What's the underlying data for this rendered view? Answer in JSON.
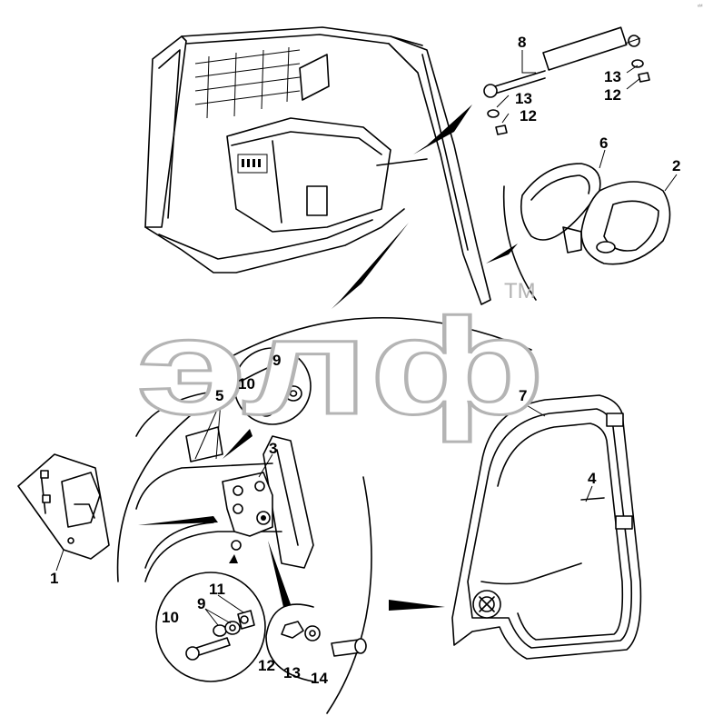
{
  "corner_mark": "ᵉᴹ",
  "watermark": {
    "text": "элф",
    "tm": "TM"
  },
  "callouts": [
    {
      "id": "c1",
      "text": "1"
    },
    {
      "id": "c2",
      "text": "2"
    },
    {
      "id": "c3",
      "text": "3"
    },
    {
      "id": "c4",
      "text": "4"
    },
    {
      "id": "c5",
      "text": "5"
    },
    {
      "id": "c6",
      "text": "6"
    },
    {
      "id": "c7",
      "text": "7"
    },
    {
      "id": "c8",
      "text": "8"
    },
    {
      "id": "c9a",
      "text": "9"
    },
    {
      "id": "c9b",
      "text": "9"
    },
    {
      "id": "c10a",
      "text": "10"
    },
    {
      "id": "c10b",
      "text": "10"
    },
    {
      "id": "c11",
      "text": "11"
    },
    {
      "id": "c12a",
      "text": "12"
    },
    {
      "id": "c12b",
      "text": "12"
    },
    {
      "id": "c12c",
      "text": "12"
    },
    {
      "id": "c13a",
      "text": "13"
    },
    {
      "id": "c13b",
      "text": "13"
    },
    {
      "id": "c13c",
      "text": "13"
    },
    {
      "id": "c14",
      "text": "14"
    }
  ]
}
